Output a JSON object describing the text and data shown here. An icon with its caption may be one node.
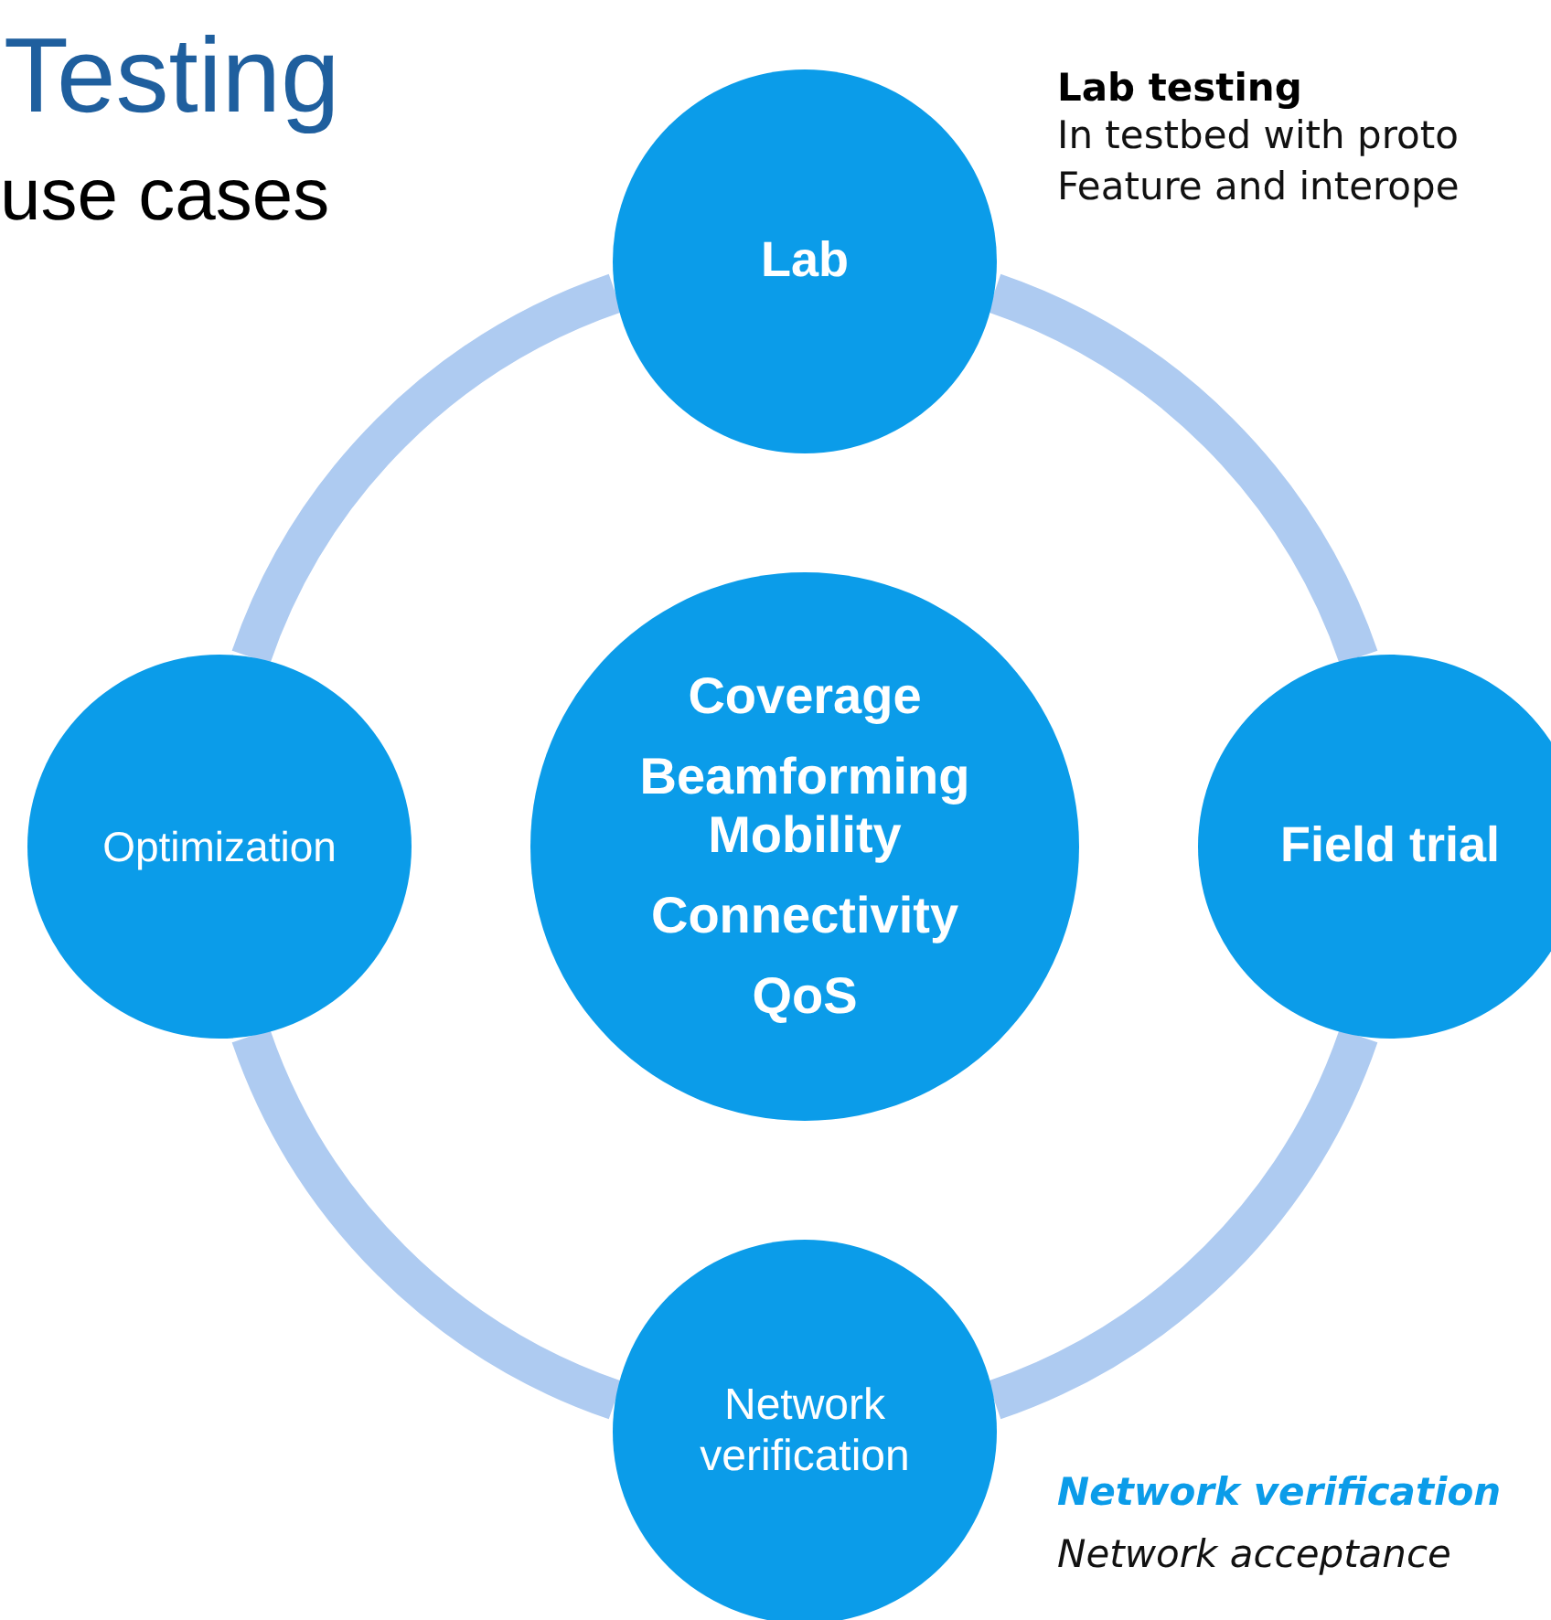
{
  "diagram": {
    "title": "Testing",
    "nodes": [
      {
        "text": [
          "Lab"
        ]
      },
      {
        "text": [
          "Optimization"
        ]
      },
      {
        "text": [
          "Coverage",
          "Beamforming",
          "Mobility",
          "Connectivity",
          "QoS"
        ]
      },
      {
        "text": [
          "Field trial"
        ]
      },
      {
        "text": [
          "Network verification"
        ]
      }
    ],
    "edges": [
      {
        "from": 0,
        "to": 3,
        "arrow": "none"
      },
      {
        "from": 3,
        "to": 4,
        "arrow": "none"
      },
      {
        "from": 4,
        "to": 1,
        "arrow": "none"
      },
      {
        "from": 1,
        "to": 0,
        "arrow": "none"
      }
    ],
    "labels": [
      "use cases",
      "Lab testing",
      "In testbed with proto",
      "Feature and interope",
      "Network verification",
      "Network acceptance"
    ]
  }
}
